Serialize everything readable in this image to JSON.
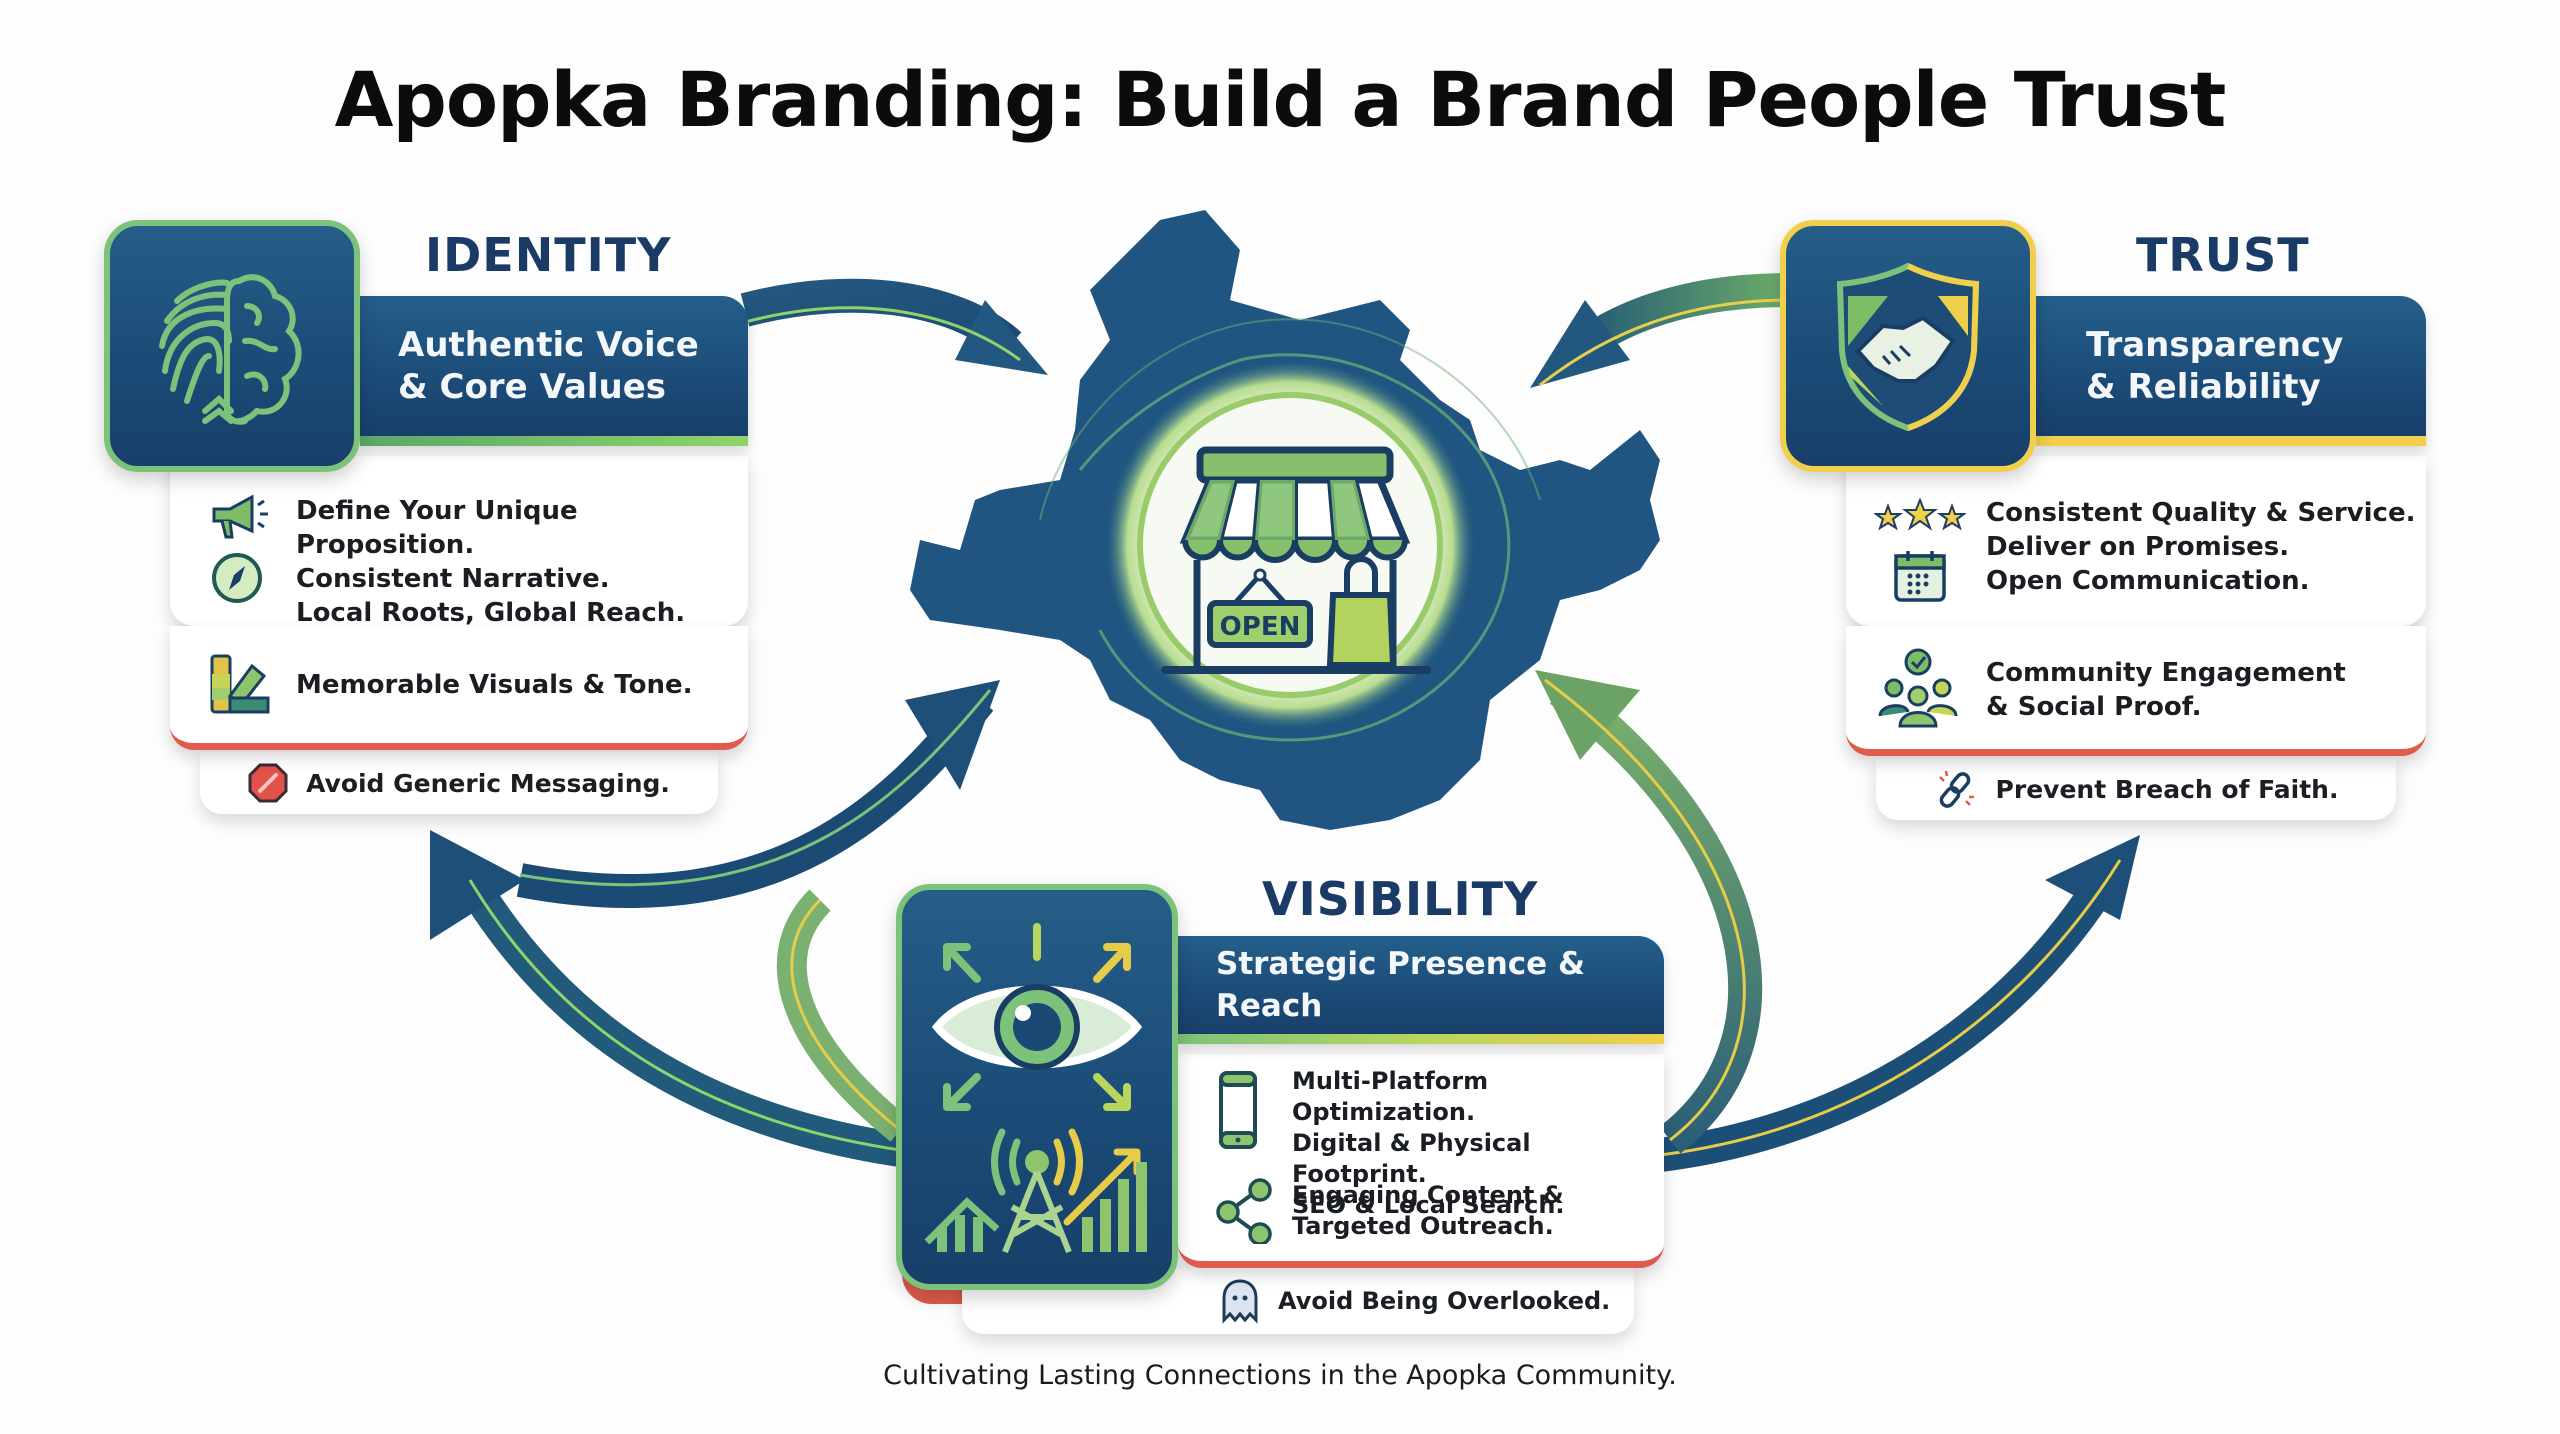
{
  "title": "Apopka Branding: Build a Brand People Trust",
  "caption": "Cultivating Lasting Connections in the Apopka Community.",
  "colors": {
    "navy": "#1c4b78",
    "green": "#7cc27a",
    "gold": "#f0cf4c",
    "red": "#e05a4e",
    "title": "#0c0c0c",
    "label": "#1a3b66"
  },
  "center": {
    "icon": "storefront-icon",
    "sign_text": "OPEN",
    "map_icon": "apopka-map-shape"
  },
  "identity": {
    "label": "IDENTITY",
    "icon": "fingerprint-brain-icon",
    "banner": [
      "Authentic Voice",
      "& Core Values"
    ],
    "items": [
      {
        "icon": "megaphone-icon",
        "text": "Define Your Unique Proposition."
      },
      {
        "icon": "compass-icon",
        "text": "Consistent Narrative."
      },
      {
        "icon": "",
        "text": "Local Roots, Global Reach."
      }
    ],
    "secondary": {
      "icon": "color-swatch-icon",
      "text": "Memorable Visuals & Tone."
    },
    "warning": {
      "icon": "stop-sign-icon",
      "text": "Avoid Generic Messaging."
    }
  },
  "trust": {
    "label": "TRUST",
    "icon": "shield-handshake-icon",
    "banner": [
      "Transparency",
      "& Reliability"
    ],
    "items": [
      {
        "icon": "three-stars-icon",
        "text": "Consistent Quality & Service."
      },
      {
        "icon": "calendar-icon",
        "text": "Deliver on Promises."
      },
      {
        "icon": "",
        "text": "Open Communication."
      }
    ],
    "secondary": {
      "icon": "community-people-icon",
      "text": [
        "Community Engagement",
        "& Social Proof."
      ]
    },
    "warning": {
      "icon": "broken-link-icon",
      "text": "Prevent Breach of Faith."
    }
  },
  "visibility": {
    "label": "VISIBILITY",
    "icon": "eye-tower-growth-icon",
    "banner": [
      "Strategic Presence & Reach"
    ],
    "items": [
      {
        "icon": "smartphone-icon",
        "text": "Multi-Platform Optimization."
      },
      {
        "icon": "",
        "text": "Digital & Physical Footprint."
      },
      {
        "icon": "",
        "text": "SEO & Local Search."
      }
    ],
    "secondary": {
      "icon": "share-nodes-icon",
      "text": [
        "Engaging Content &",
        "Targeted Outreach."
      ]
    },
    "warning": {
      "icon": "ghost-icon",
      "text": "Avoid Being Overlooked."
    }
  }
}
